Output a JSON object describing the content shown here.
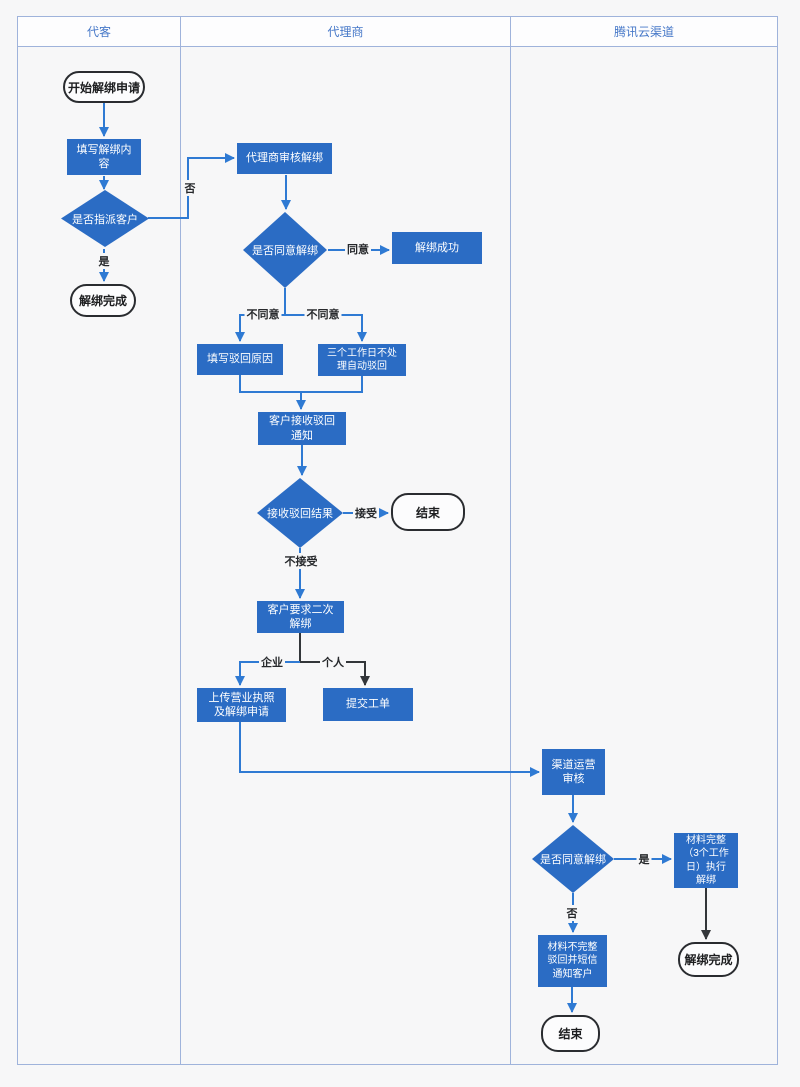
{
  "lanes": [
    {
      "label": "代客"
    },
    {
      "label": "代理商"
    },
    {
      "label": "腾讯云渠道"
    }
  ],
  "nodes": {
    "start": {
      "label": "开始解绑申请"
    },
    "fill_content": {
      "label": "填写解绑内\n容"
    },
    "assign_customer": {
      "label": "是否指派客户"
    },
    "done1": {
      "label": "解绑完成"
    },
    "agent_review": {
      "label": "代理商审核解绑"
    },
    "agent_agree": {
      "label": "是否同意解绑"
    },
    "success": {
      "label": "解绑成功"
    },
    "reject_reason": {
      "label": "填写驳回原因"
    },
    "auto_reject": {
      "label": "三个工作日不处\n理自动驳回"
    },
    "receive_notice": {
      "label": "客户接收驳回\n通知"
    },
    "receive_result": {
      "label": "接收驳回结果"
    },
    "end1": {
      "label": "结束"
    },
    "second_request": {
      "label": "客户要求二次\n解绑"
    },
    "upload_license": {
      "label": "上传营业执照\n及解绑申请"
    },
    "submit_ticket": {
      "label": "提交工单"
    },
    "channel_review": {
      "label": "渠道运营\n审核"
    },
    "channel_agree": {
      "label": "是否同意解绑"
    },
    "material_complete": {
      "label": "材料完整\n（3个工作\n日）执行\n解绑"
    },
    "done2": {
      "label": "解绑完成"
    },
    "material_incomplete": {
      "label": "材料不完整\n驳回并短信\n通知客户"
    },
    "end2": {
      "label": "结束"
    }
  },
  "edge_labels": {
    "no1": "否",
    "yes1": "是",
    "agree": "同意",
    "disagree_left": "不同意",
    "disagree_right": "不同意",
    "accept": "接受",
    "not_accept": "不接受",
    "enterprise": "企业",
    "personal": "个人",
    "yes2": "是",
    "no2": "否"
  },
  "colors": {
    "canvas_bg": "#f7f7f8",
    "header_bg": "#fdfdfe",
    "lane_border": "#9fb3db",
    "lane_header_text": "#4678c8",
    "node_blue": "#2b6cc4",
    "edge_blue": "#2f7ad3",
    "edge_dark": "#33363a",
    "terminator_border": "#2a2c30"
  }
}
